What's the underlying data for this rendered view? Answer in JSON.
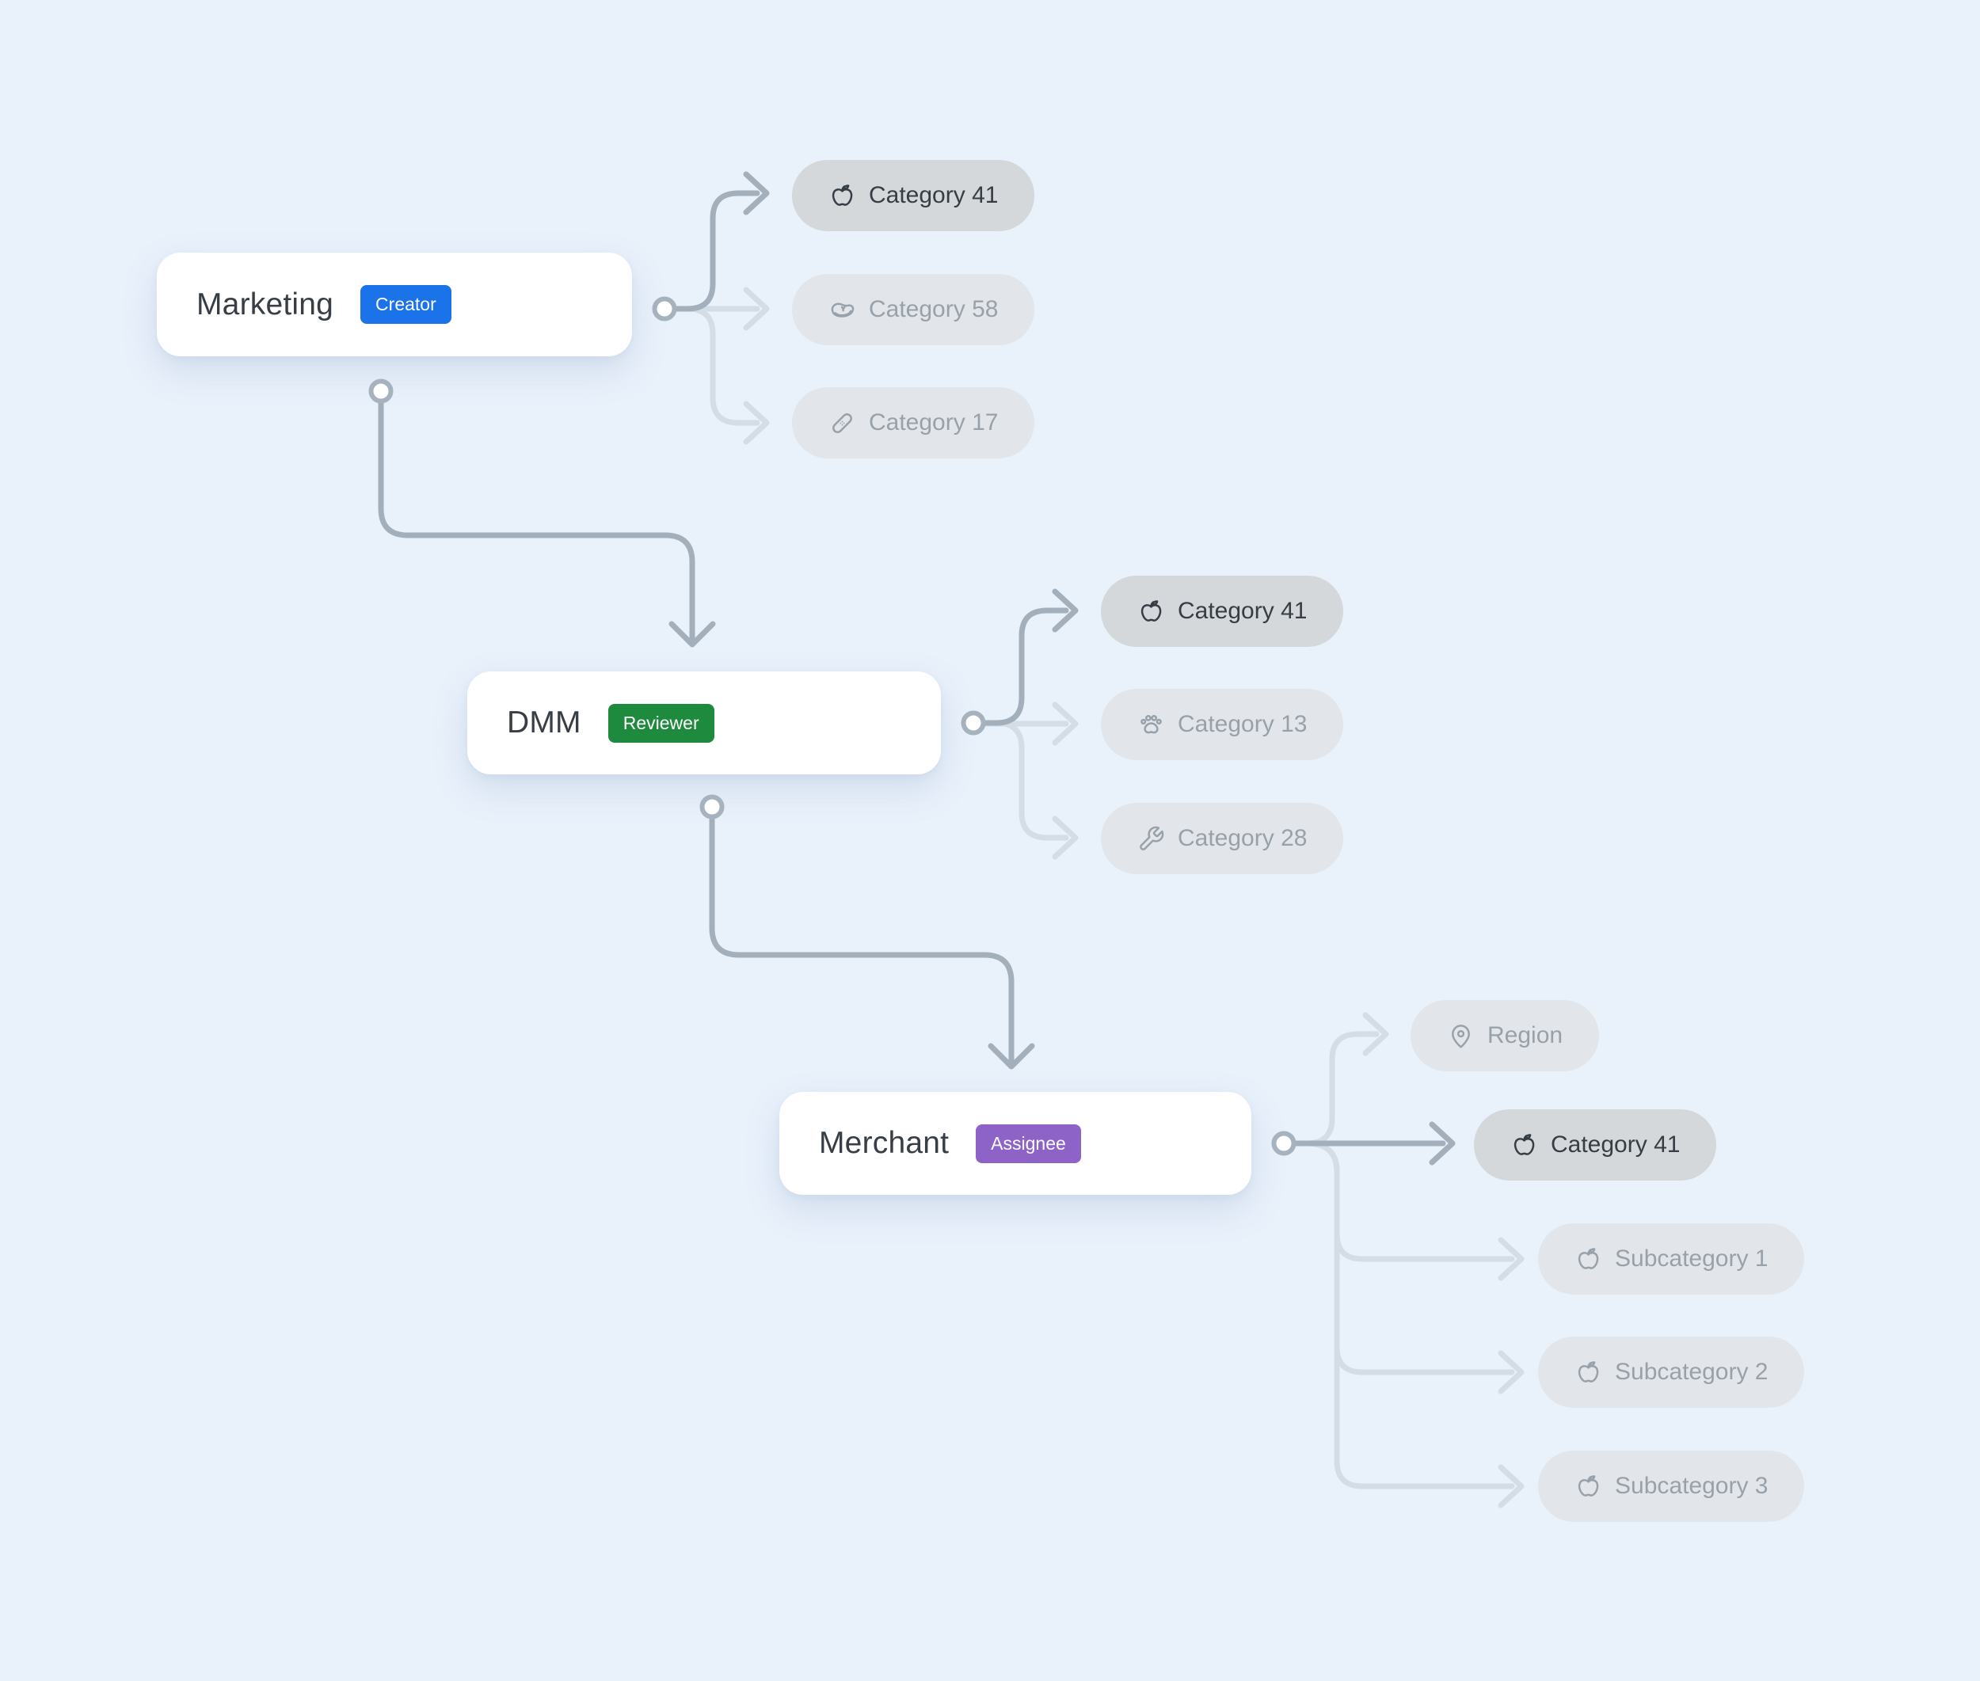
{
  "background_color": "#e9f1fb",
  "edge_colors": {
    "selected": "#a3b0bc",
    "default": "#d4dde6"
  },
  "nodes": {
    "marketing": {
      "title": "Marketing",
      "badge": "Creator",
      "badge_color": "#1a73e8"
    },
    "dmm": {
      "title": "DMM",
      "badge": "Reviewer",
      "badge_color": "#1e8a3d"
    },
    "merchant": {
      "title": "Merchant",
      "badge": "Assignee",
      "badge_color": "#8e63c8"
    }
  },
  "marketing_children": [
    {
      "label": "Category 41",
      "icon": "apple-icon",
      "selected": true
    },
    {
      "label": "Category 58",
      "icon": "steak-icon",
      "selected": false
    },
    {
      "label": "Category 17",
      "icon": "bandage-icon",
      "selected": false
    }
  ],
  "dmm_children": [
    {
      "label": "Category 41",
      "icon": "apple-icon",
      "selected": true
    },
    {
      "label": "Category 13",
      "icon": "paw-icon",
      "selected": false
    },
    {
      "label": "Category 28",
      "icon": "wrench-icon",
      "selected": false
    }
  ],
  "merchant_children": [
    {
      "label": "Region",
      "icon": "map-pin-icon",
      "selected": false
    },
    {
      "label": "Category 41",
      "icon": "apple-icon",
      "selected": true
    },
    {
      "label": "Subcategory 1",
      "icon": "apple-icon",
      "selected": false
    },
    {
      "label": "Subcategory 2",
      "icon": "apple-icon",
      "selected": false
    },
    {
      "label": "Subcategory 3",
      "icon": "apple-icon",
      "selected": false
    }
  ]
}
